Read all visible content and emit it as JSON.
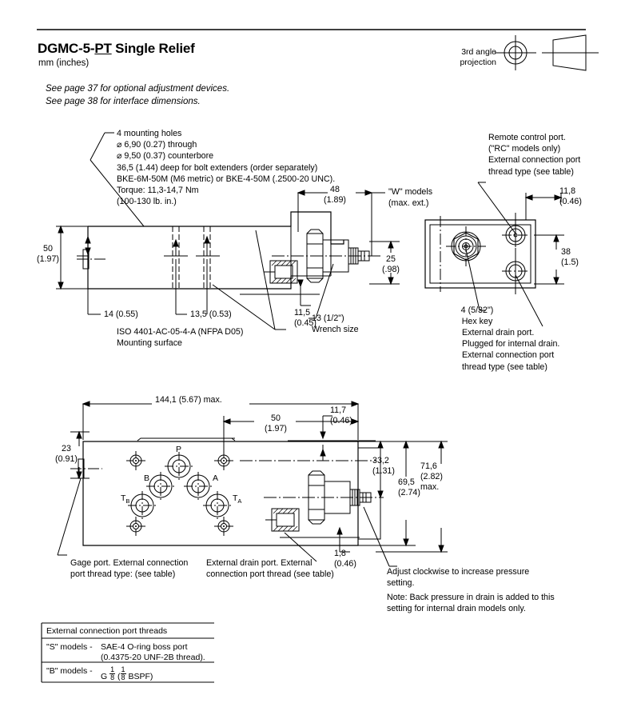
{
  "header": {
    "title_main": "DGMC-5-",
    "title_underlined": "PT",
    "title_rest": " Single Relief",
    "units": "mm (inches)",
    "note_line1": "See page 37 for optional adjustment devices.",
    "note_line2": "See page 38 for interface dimensions.",
    "projection_label_l1": "3rd angle",
    "projection_label_l2": "projection"
  },
  "callouts": {
    "mounting_holes": "4 mounting holes\n⌀ 6,90 (0.27) through\n⌀ 9,50 (0.37) counterbore\n36,5 (1.44) deep for bolt extenders (order separately)\nBKE-6M-50M (M6 metric) or BKE-4-50M (.2500-20 UNC).\nTorque: 11,3-14,7 Nm\n         (100-130 lb. in.)",
    "remote_control_port": "Remote control port.\n(\"RC\" models only)\nExternal connection port\nthread type (see table)",
    "external_drain_right": "External drain port.\nPlugged for internal drain.\nExternal connection port\nthread type (see table)",
    "iso_mounting": "ISO 4401-AC-05-4-A (NFPA D05)\nMounting surface",
    "wrench_size": "13 (1/2\")\nWrench size",
    "hex_key": "4  (5/32\")\nHex key",
    "gage_port": "Gage port. External connection\nport thread type: (see table)",
    "external_drain_bottom": "External drain port. External\nconnection port thread (see table)",
    "adjust_cw": "Adjust clockwise to increase pressure\nsetting.",
    "note_back_pressure": "Note: Back pressure in drain is added to this\nsetting for internal drain models only."
  },
  "dimensions": {
    "d50_197": "50\n(1.97)",
    "d14_055": "14 (0.55)",
    "d135_053": "13,5 (0.53)",
    "d48_189": "48\n(1.89)",
    "w_models": "\"W\" models\n(max. ext.)",
    "d25_098": "25\n(.98)",
    "d115_045": "11,5\n(0.45)",
    "d118_046": "11,8\n(0.46)",
    "d38_15": "38\n(1.5)",
    "d1441_567": "144,1 (5.67) max.",
    "d50_197b": "50\n(1.97)",
    "d117_046": "11,7\n(0.46)",
    "d332_131": "33,2\n(1.31)",
    "d716_282": "71,6\n(2.82)\nmax.",
    "d695_274": "69,5\n(2.74)",
    "d23_091": "23\n(0.91)",
    "d18_046": "1,8\n(0.46)"
  },
  "ports": {
    "p": "P",
    "a": "A",
    "b": "B",
    "ta_main": "T",
    "ta_sub": "A",
    "tb_main": "T",
    "tb_sub": "B"
  },
  "table": {
    "header": "External connection port threads",
    "rows": [
      {
        "model": "\"S\" models -",
        "desc_line1": "SAE-4 O-ring boss port",
        "desc_line2": "(0.4375-20 UNF-2B thread)."
      },
      {
        "model": "\"B\" models -",
        "desc_line1": "G 1/8 (1/8 BSPF)",
        "desc_line2": ""
      }
    ]
  },
  "colors": {
    "line": "#000000",
    "background": "#ffffff"
  }
}
